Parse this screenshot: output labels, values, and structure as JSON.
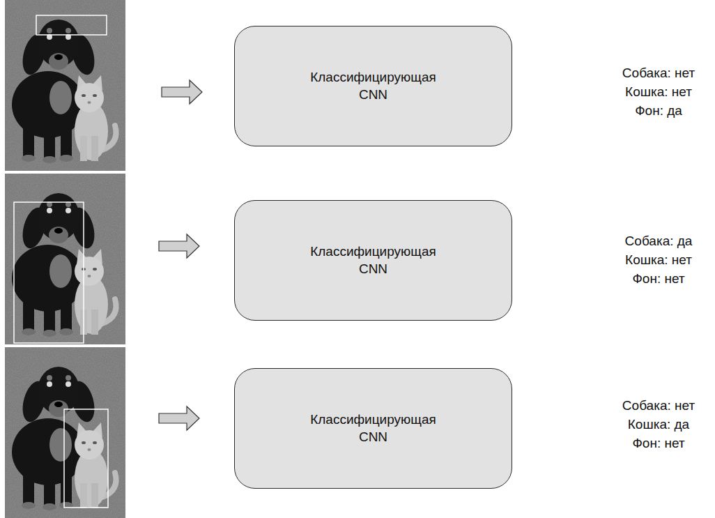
{
  "diagram": {
    "nodes": [
      {
        "text": [
          "Классифицирующая CNN"
        ]
      },
      {
        "text": [
          "Классифицирующая CNN"
        ]
      },
      {
        "text": [
          "Классифицирующая CNN"
        ]
      }
    ],
    "labels": [
      "Собака: нет",
      "Кошка: нет",
      "Фон: да",
      "Собака: да",
      "Кошка: нет",
      "Фон: нет",
      "Собака: нет",
      "Кошка: да",
      "Фон: нет"
    ]
  }
}
